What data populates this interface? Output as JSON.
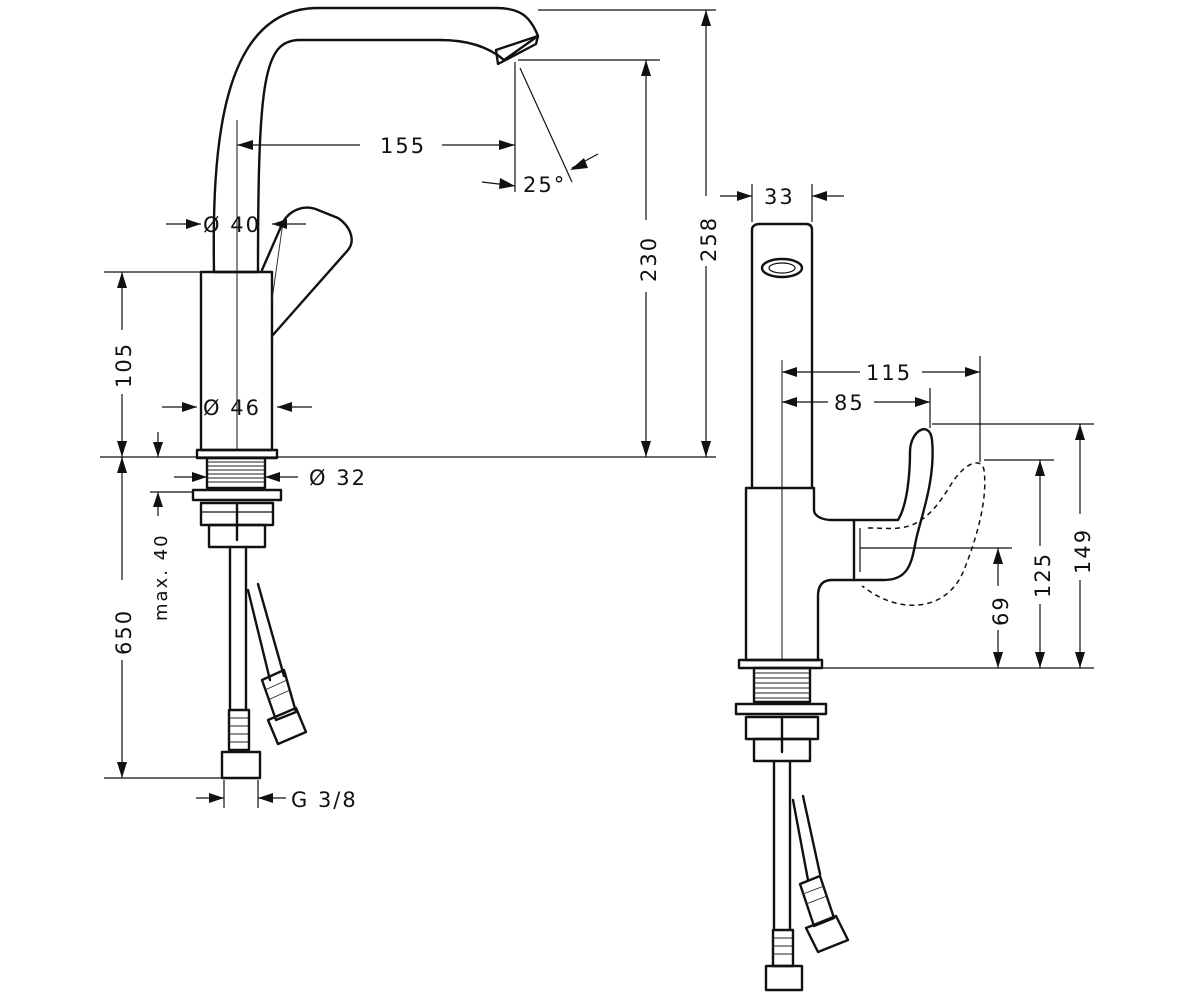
{
  "dimensions": {
    "spout_reach": "155",
    "spout_angle": "25°",
    "body_top_diameter": "Ø 40",
    "body_base_diameter": "Ø 46",
    "hole_diameter": "Ø 32",
    "body_height": "105",
    "outlet_height": "230",
    "total_height": "258",
    "max_deck_thickness": "max. 40",
    "hose_length": "650",
    "connection_thread": "G 3/8",
    "spout_width": "33",
    "handle_reach_outer": "115",
    "handle_reach_inner": "85",
    "handle_height_max": "149",
    "handle_height_open": "125",
    "handle_height_closed": "69"
  }
}
